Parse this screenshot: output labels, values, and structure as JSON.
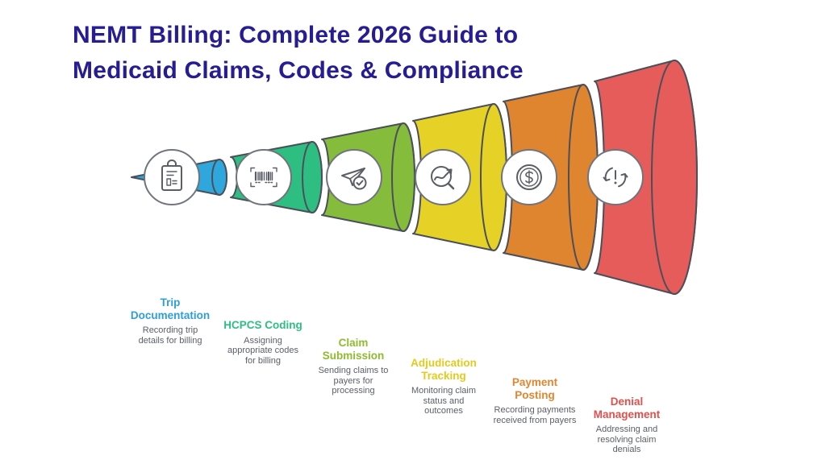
{
  "header": {
    "line1": "NEMT Billing: Complete 2026 Guide to",
    "line2": "Medicaid Claims, Codes & Compliance",
    "color": "#261d92"
  },
  "funnel": {
    "type": "horizontal-funnel",
    "direction": "small-to-large, left-to-right",
    "outline_color": "#4b4f5a",
    "stage_count": 6
  },
  "stages": [
    {
      "name": "Trip\nDocumentation",
      "description": "Recording trip\ndetails for billing",
      "fill": "#2fa7dc",
      "label_color": "#2d9fd8",
      "icon": "clipboard-icon"
    },
    {
      "name": "HCPCS Coding",
      "description": "Assigning\nappropriate codes\nfor billing",
      "fill": "#2ebe82",
      "label_color": "#2dbe82",
      "icon": "barcode-icon"
    },
    {
      "name": "Claim\nSubmission",
      "description": "Sending claims to\npayers for\nprocessing",
      "fill": "#86bc3c",
      "label_color": "#8fbb2f",
      "icon": "paper-plane-check-icon"
    },
    {
      "name": "Adjudication\nTracking",
      "description": "Monitoring claim\nstatus and\noutcomes",
      "fill": "#e6d226",
      "label_color": "#e2cb1e",
      "icon": "magnifier-trend-icon"
    },
    {
      "name": "Payment\nPosting",
      "description": "Recording payments\nreceived from payers",
      "fill": "#e0852f",
      "label_color": "#e0862e",
      "icon": "dollar-coin-icon"
    },
    {
      "name": "Denial\nManagement",
      "description": "Addressing and\nresolving claim\ndenials",
      "fill": "#e65c5a",
      "label_color": "#e2504e",
      "icon": "sync-alert-icon"
    }
  ]
}
